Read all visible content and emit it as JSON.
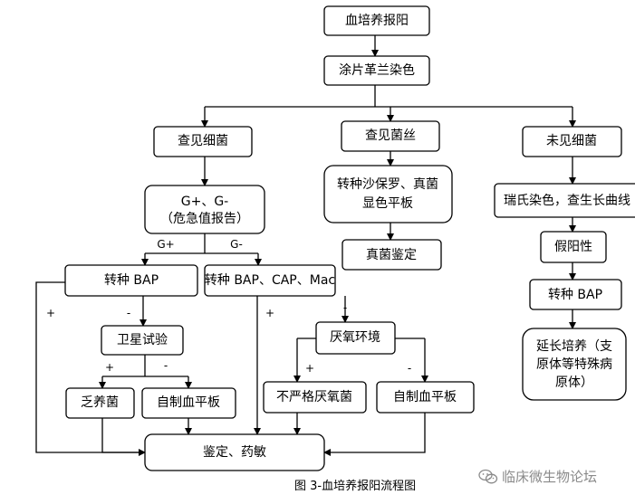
{
  "diagram": {
    "nodes": {
      "blood_culture_positive": "血培养报阳",
      "smear_gram": "涂片革兰染色",
      "bacteria_seen": "查见细菌",
      "hyphae_seen": "查见菌丝",
      "no_bacteria": "未见细菌",
      "gram_report_l1": "G+、G-",
      "gram_report_l2": "（危急值报告）",
      "transfer_bap": "转种 BAP",
      "transfer_multi": "转种 BAP、CAP、Mac",
      "satellite_test": "卫星试验",
      "fastidious": "乏养菌",
      "homemade_plate_1": "自制血平板",
      "anaerobic_env": "厌氧环境",
      "not_strict_anaerobe": "不严格厌氧菌",
      "homemade_plate_2": "自制血平板",
      "id_ast": "鉴定、药敏",
      "sabouraud_l1": "转种沙保罗、真菌",
      "sabouraud_l2": "显色平板",
      "fungal_id": "真菌鉴定",
      "wright_stain": "瑞氏染色，查生长曲线",
      "false_positive": "假阳性",
      "transfer_bap_2": "转种 BAP",
      "extended_l1": "延长培养（支",
      "extended_l2": "原体等特殊病",
      "extended_l3": "原体）"
    },
    "labels": {
      "g_plus": "G+",
      "g_minus": "G-",
      "plus": "+",
      "minus": "-"
    }
  },
  "caption": "图 3-血培养报阳流程图",
  "watermark": {
    "icon": "wechat-icon",
    "text": "临床微生物论坛"
  }
}
